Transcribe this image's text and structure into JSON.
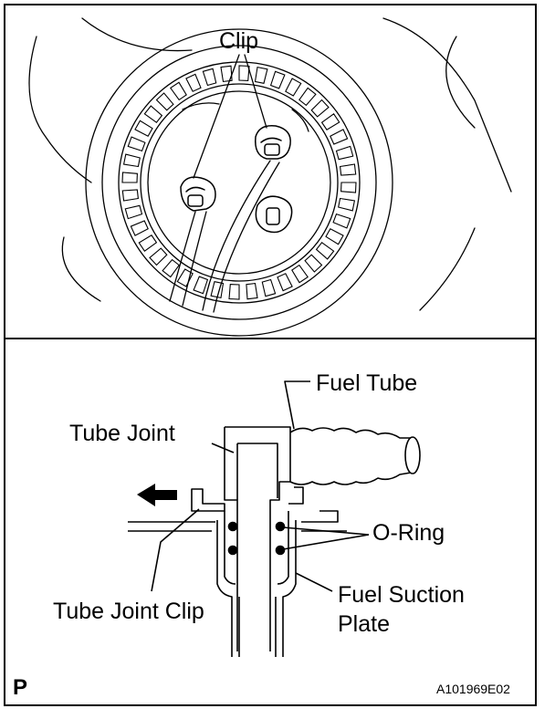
{
  "labels": {
    "clip": "Clip",
    "fuel_tube": "Fuel  Tube",
    "tube_joint": "Tube Joint",
    "o_ring": "O-Ring",
    "tube_joint_clip": "Tube Joint Clip",
    "fuel_suction_line1": "Fuel Suction",
    "fuel_suction_line2": "Plate"
  },
  "footer": {
    "view_mark": "P",
    "figure_code": "A101969E02"
  },
  "colors": {
    "ink": "#000000",
    "paper": "#ffffff"
  }
}
